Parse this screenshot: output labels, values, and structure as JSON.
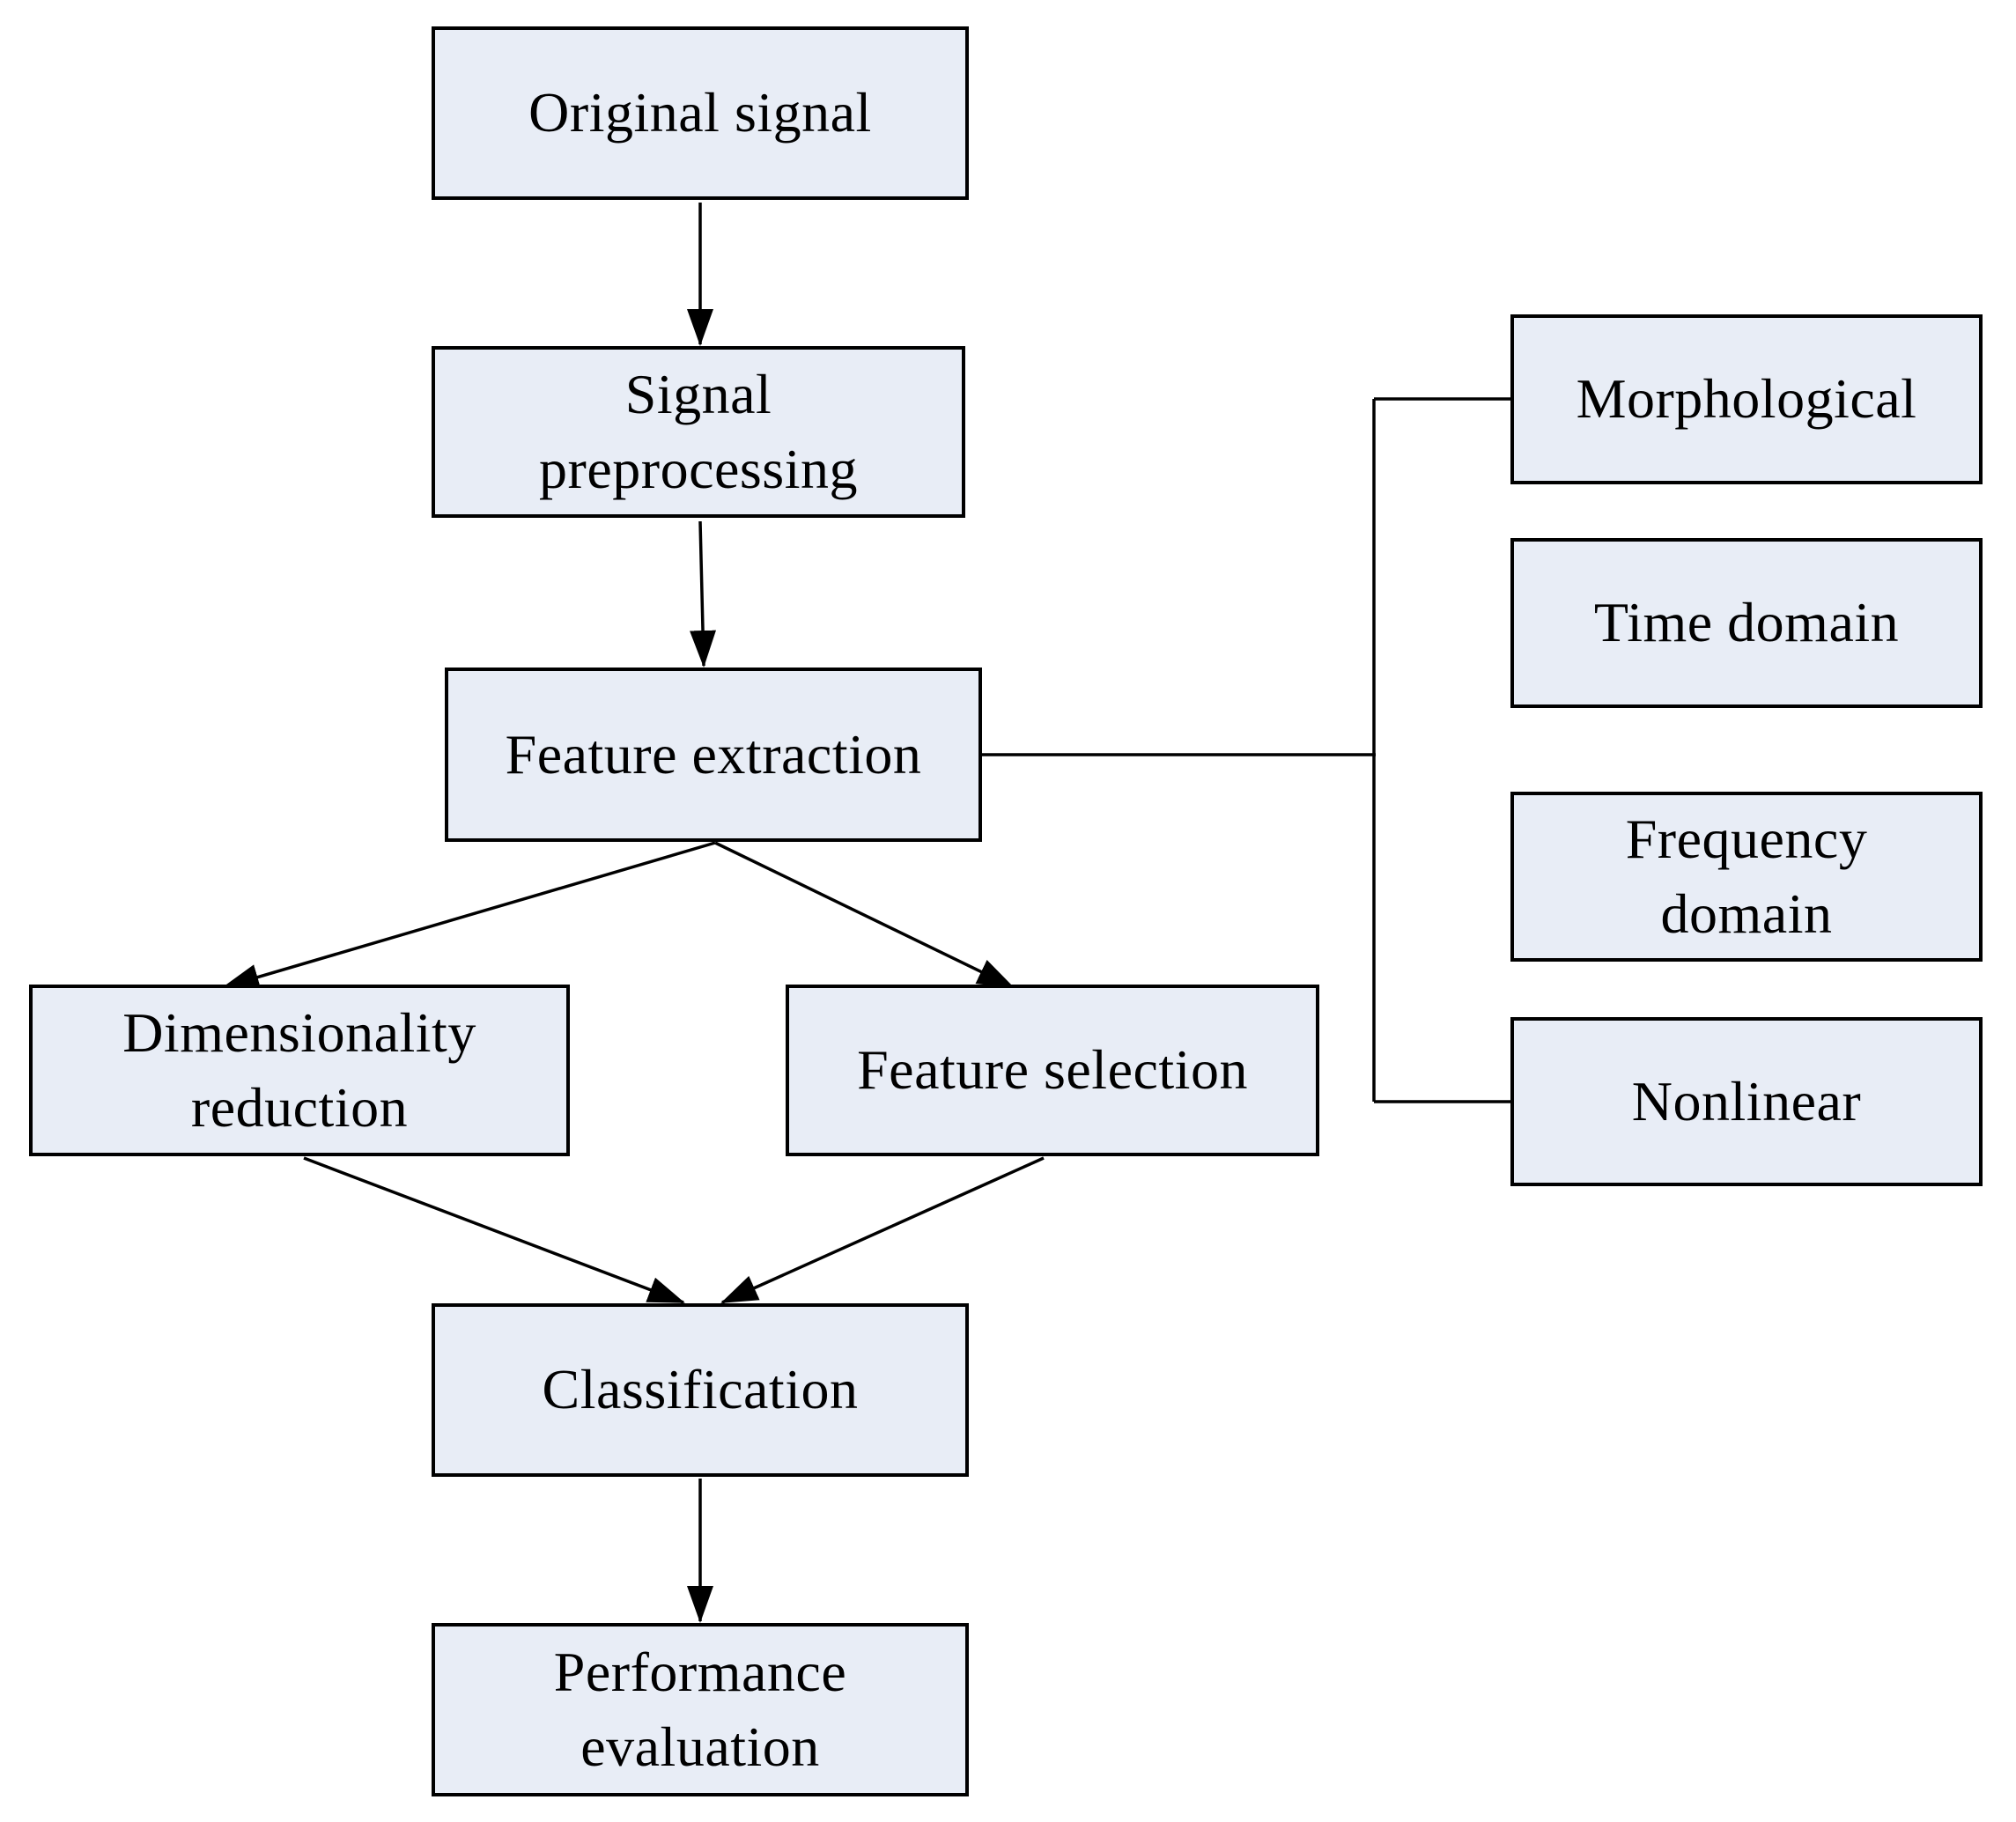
{
  "diagram": {
    "type": "flowchart",
    "background_color": "#ffffff",
    "node_fill_color": "#e8edf6",
    "node_border_color": "#000000",
    "connector_color": "#000000",
    "nodes": [
      {
        "id": "original-signal",
        "label": "Original signal"
      },
      {
        "id": "signal-preprocessing",
        "label": "Signal\npreprocessing"
      },
      {
        "id": "feature-extraction",
        "label": "Feature extraction"
      },
      {
        "id": "dimensionality-reduction",
        "label": "Dimensionality\nreduction"
      },
      {
        "id": "feature-selection",
        "label": "Feature selection"
      },
      {
        "id": "classification",
        "label": "Classification"
      },
      {
        "id": "performance-evaluation",
        "label": "Performance\nevaluation"
      },
      {
        "id": "morphological",
        "label": "Morphological"
      },
      {
        "id": "time-domain",
        "label": "Time domain"
      },
      {
        "id": "frequency-domain",
        "label": "Frequency\ndomain"
      },
      {
        "id": "nonlinear",
        "label": "Nonlinear"
      }
    ],
    "edges": [
      {
        "from": "Original signal",
        "to": "Signal preprocessing",
        "type": "arrow"
      },
      {
        "from": "Signal preprocessing",
        "to": "Feature extraction",
        "type": "arrow"
      },
      {
        "from": "Feature extraction",
        "to": "Dimensionality reduction",
        "type": "arrow"
      },
      {
        "from": "Feature extraction",
        "to": "Feature selection",
        "type": "arrow"
      },
      {
        "from": "Dimensionality reduction",
        "to": "Classification",
        "type": "arrow"
      },
      {
        "from": "Feature selection",
        "to": "Classification",
        "type": "arrow"
      },
      {
        "from": "Classification",
        "to": "Performance evaluation",
        "type": "arrow"
      },
      {
        "from": "Feature extraction",
        "to": "Morphological",
        "type": "line"
      },
      {
        "from": "Feature extraction",
        "to": "Time domain",
        "type": "line"
      },
      {
        "from": "Feature extraction",
        "to": "Frequency domain",
        "type": "line"
      },
      {
        "from": "Feature extraction",
        "to": "Nonlinear",
        "type": "line"
      }
    ]
  }
}
